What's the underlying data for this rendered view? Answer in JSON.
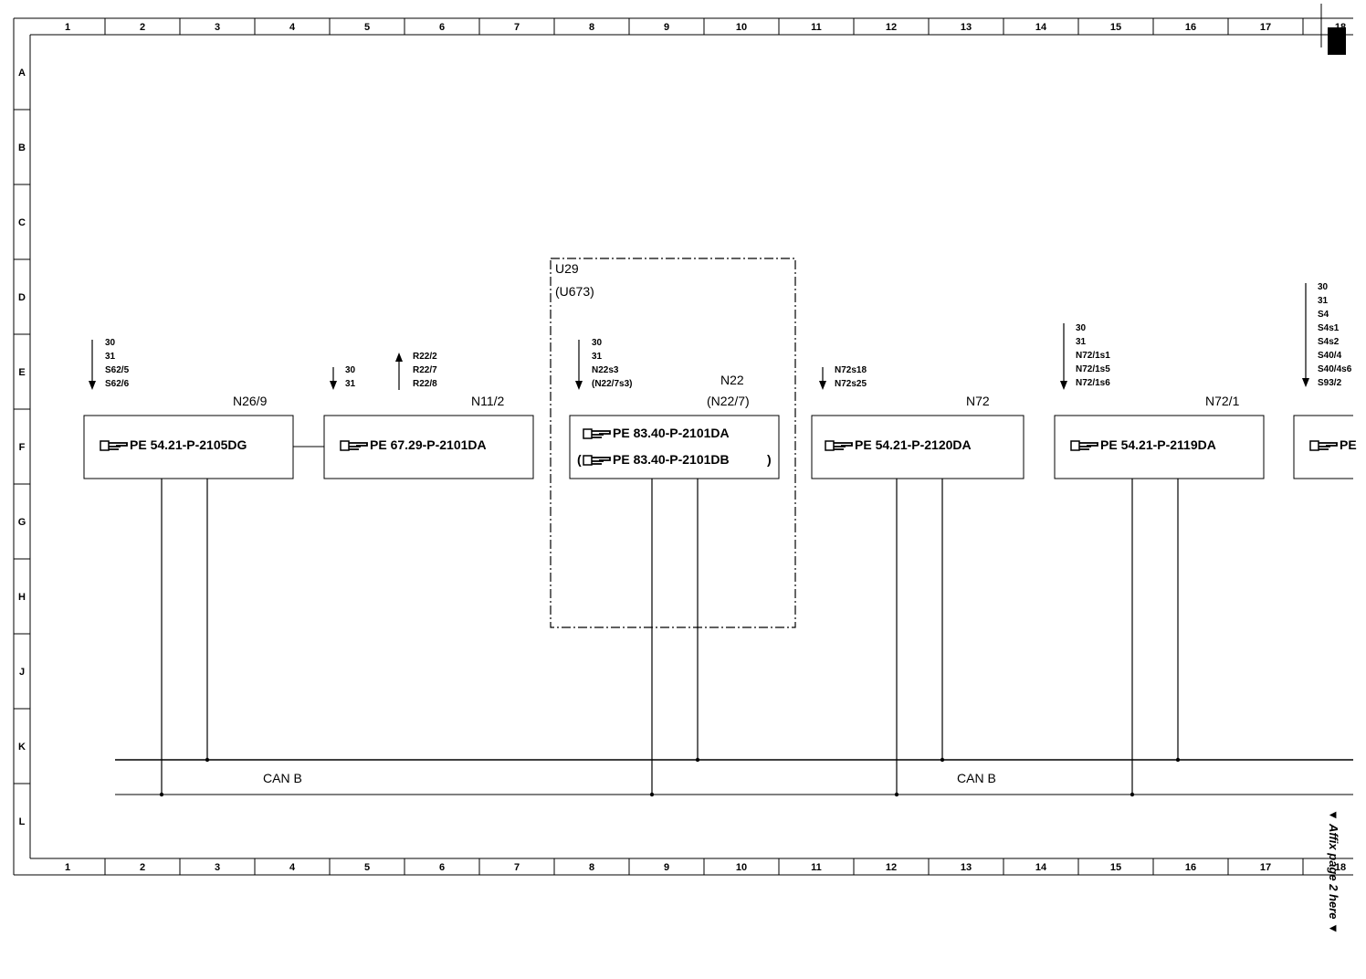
{
  "frame": {
    "columns": [
      "1",
      "2",
      "3",
      "4",
      "5",
      "6",
      "7",
      "8",
      "9",
      "10",
      "11",
      "12",
      "13",
      "14",
      "15",
      "16",
      "17",
      "18"
    ],
    "rows": [
      "A",
      "B",
      "C",
      "D",
      "E",
      "F",
      "G",
      "H",
      "J",
      "K",
      "L"
    ]
  },
  "modules": [
    {
      "id": "N26/9",
      "ref": "PE 54.21-P-2105DG",
      "signals": [
        "30",
        "31",
        "S62/5",
        "S62/6"
      ],
      "arrow": "down"
    },
    {
      "id": "N11/2",
      "ref": "PE 67.29-P-2101DA",
      "signals_a": [
        "30",
        "31"
      ],
      "signals_b": [
        "R22/2",
        "R22/7",
        "R22/8"
      ],
      "arrow": "down"
    },
    {
      "id": "N22",
      "alt": "(N22/7)",
      "ref": "PE 83.40-P-2101DA",
      "ref2": "PE 83.40-P-2101DB",
      "signals": [
        "30",
        "31",
        "N22s3",
        "(N22/7s3)"
      ],
      "arrow": "down"
    },
    {
      "id": "N72",
      "ref": "PE 54.21-P-2120DA",
      "signals": [
        "N72s18",
        "N72s25"
      ],
      "arrow": "down"
    },
    {
      "id": "N72/1",
      "ref": "PE 54.21-P-2119DA",
      "signals": [
        "30",
        "31",
        "N72/1s1",
        "N72/1s5",
        "N72/1s6"
      ],
      "arrow": "down"
    },
    {
      "ref": "PE",
      "signals": [
        "30",
        "31",
        "S4",
        "S4s1",
        "S4s2",
        "S40/4",
        "S40/4s6",
        "S93/2"
      ],
      "arrow": "down"
    }
  ],
  "group": {
    "id": "U29",
    "alt": "(U673)"
  },
  "bus": {
    "label_left": "CAN B",
    "label_right": "CAN B"
  },
  "side_note": "▼ Affix page 2 here ▼"
}
